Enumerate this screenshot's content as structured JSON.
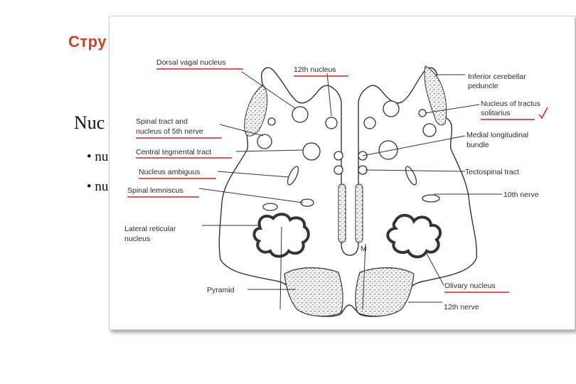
{
  "slide": {
    "title": "Стру",
    "body_text": "Nuc",
    "bullets": [
      "• nu",
      "• nu"
    ]
  },
  "figure": {
    "labels": {
      "dorsal_vagal": "Dorsal vagal nucleus",
      "nucleus_12th": "12th nucleus",
      "spinal_tract_1": "Spinal tract and",
      "spinal_tract_2": "nucleus of 5th nerve",
      "central_tegmental": "Central tegmental tract",
      "ambiguus": "Nucleus ambiguus",
      "spinal_lemniscus": "Spinal lemniscus",
      "lateral_reticular_1": "Lateral reticular",
      "lateral_reticular_2": "nucleus",
      "pyramid": "Pyramid",
      "icp_1": "Inferior cerebellar",
      "icp_2": "peduncle",
      "tractus_1": "Nucleus of tractus",
      "tractus_2": "solitarius",
      "mlf_1": "Medial longitudinal",
      "mlf_2": "bundle",
      "tectospinal": "Tectospinal tract",
      "nerve_10": "10th nerve",
      "midline_m": "M",
      "olivary": "Olivary nucleus",
      "nerve_12": "12th nerve"
    },
    "colors": {
      "underline": "#d0252a",
      "ink": "#2a2a2a"
    }
  }
}
